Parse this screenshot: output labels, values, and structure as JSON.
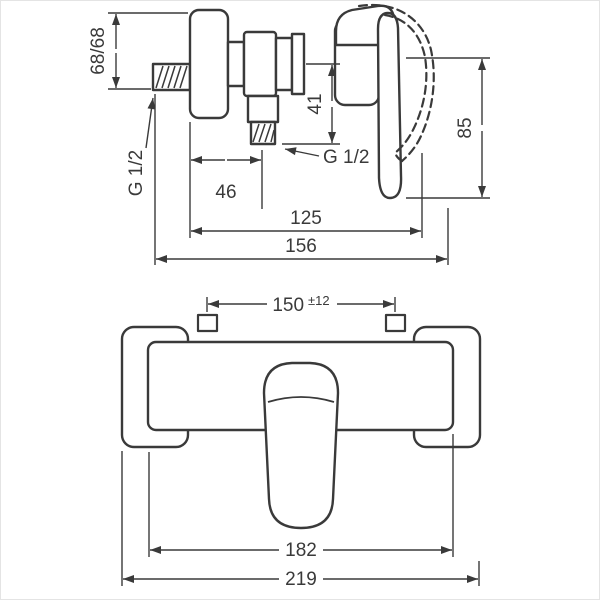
{
  "meta": {
    "description": "Technical dimension drawing of a wall-mounted single-lever shower mixer: side elevation (top) and front elevation (bottom)",
    "line_color": "#3a3a3a",
    "background": "#ffffff"
  },
  "labels": {
    "offset": "68/68",
    "thread_inlet": "G 1/2",
    "drop": "41",
    "handle": "85",
    "thread_outlet": "G 1/2",
    "wall_to_outlet": "46",
    "depth_body": "125",
    "depth_overall": "156",
    "centers": "150",
    "centers_tol": "±12",
    "width_body": "182",
    "width_overall": "219"
  }
}
